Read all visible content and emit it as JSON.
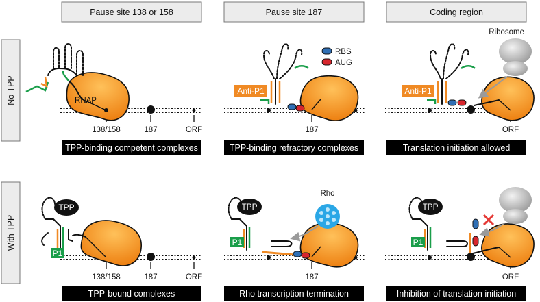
{
  "headers": [
    "Pause site 138 or 158",
    "Pause site 187",
    "Coding region"
  ],
  "rows": [
    {
      "label": "No TPP",
      "captions": [
        "TPP-binding competent complexes",
        "TPP-binding refractory complexes",
        "Translation initiation allowed"
      ]
    },
    {
      "label": "With TPP",
      "captions": [
        "TPP-bound complexes",
        "Rho transcription termination",
        "Inhibition of translation initiation"
      ]
    }
  ],
  "labels": {
    "rnap": "RNAP",
    "ribosome": "Ribosome",
    "rbs": "RBS",
    "aug": "AUG",
    "anti_p1": "Anti-P1",
    "p1": "P1",
    "tpp": "TPP",
    "rho": "Rho",
    "pos_138_158": "138/158",
    "pos_187": "187",
    "orf": "ORF"
  },
  "colors": {
    "rnap_orange": "#f39a1e",
    "anti_p1_orange": "#f08a24",
    "p1_green": "#1a9e4a",
    "rbs_blue": "#2f6fb5",
    "aug_red": "#d7262d",
    "rho_blue": "#2aa7e6",
    "ribosome_gray": "#bdbdbd",
    "inhibit_red": "#e53935",
    "header_fill": "#ececec",
    "caption_fill": "#000000"
  }
}
